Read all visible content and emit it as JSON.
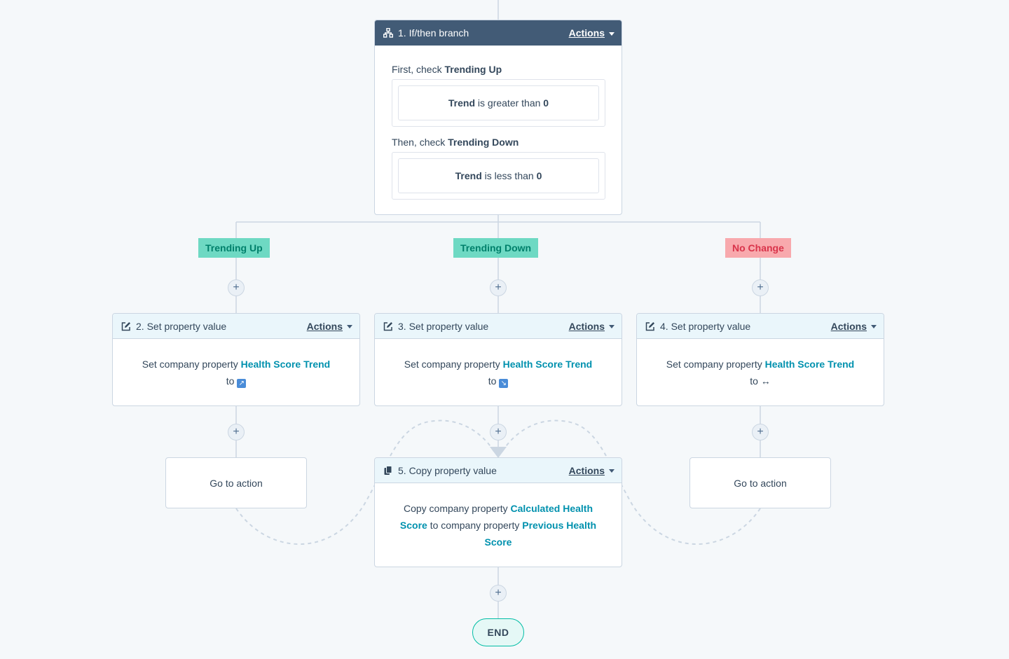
{
  "branch_node": {
    "title": "1. If/then branch",
    "actions_label": "Actions",
    "first_check_prefix": "First, check ",
    "first_check_branch": "Trending Up",
    "first_condition": {
      "property": "Trend",
      "operator": " is greater than ",
      "value": "0"
    },
    "then_check_prefix": "Then, check ",
    "then_check_branch": "Trending Down",
    "second_condition": {
      "property": "Trend",
      "operator": " is less than ",
      "value": "0"
    }
  },
  "branch_tags": [
    {
      "label": "Trending Up",
      "color": "#6ed9c3"
    },
    {
      "label": "Trending Down",
      "color": "#6ed9c3"
    },
    {
      "label": "No Change",
      "color": "#f8a9ad"
    }
  ],
  "set_actions": [
    {
      "title": "2. Set property value",
      "actions_label": "Actions",
      "prefix": "Set company property ",
      "property": "Health Score Trend",
      "to_text": "to ",
      "value_icon": "arrow-up-right-emoji-icon",
      "value_glyph": "↗"
    },
    {
      "title": "3. Set property value",
      "actions_label": "Actions",
      "prefix": "Set company property ",
      "property": "Health Score Trend",
      "to_text": "to ",
      "value_icon": "arrow-down-right-emoji-icon",
      "value_glyph": "↘"
    },
    {
      "title": "4. Set property value",
      "actions_label": "Actions",
      "prefix": "Set company property ",
      "property": "Health Score Trend",
      "to_text": "to ",
      "value_icon": "left-right-arrow-icon",
      "value_glyph": "↔"
    }
  ],
  "goto_actions": [
    {
      "label": "Go to action"
    },
    {
      "label": "Go to action"
    }
  ],
  "copy_action": {
    "title": "5. Copy property value",
    "actions_label": "Actions",
    "prefix": "Copy company property ",
    "source_property": "Calculated Health Score",
    "middle": " to company property ",
    "target_property": "Previous Health Score"
  },
  "add_action_glyph": "+",
  "end_label": "END",
  "colors": {
    "canvas": "#f5f8fa",
    "header_dark": "#425b76",
    "header_light": "#eaf6fb",
    "accent_link": "#0091ae",
    "connector": "#cbd6e2",
    "end_border": "#00bda5"
  },
  "icons": {
    "branch_header": "branch-icon",
    "set_header": "edit-icon",
    "copy_header": "copy-icon",
    "actions_dropdown": "caret-down-icon"
  }
}
